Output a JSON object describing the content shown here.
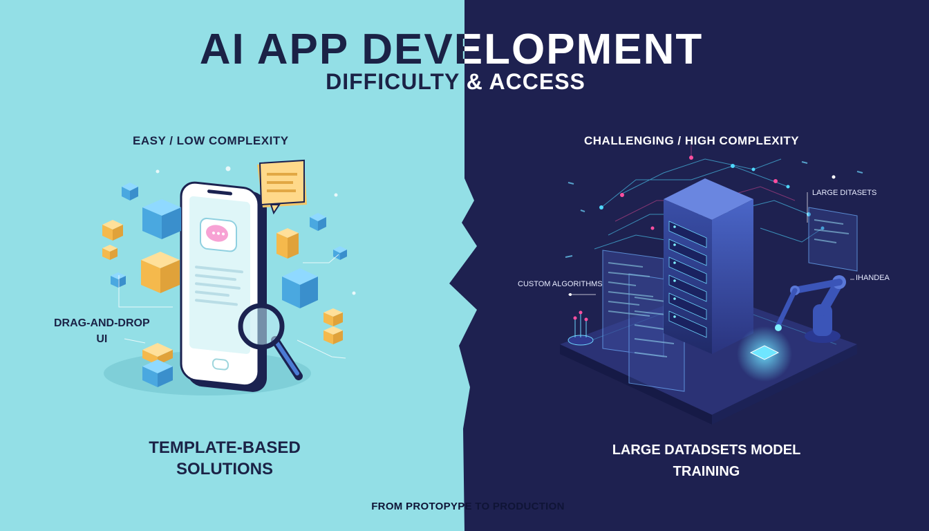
{
  "header": {
    "title": "AI APP DEVELOPMENT",
    "subtitle": "DIFFICULTY & ACCESS"
  },
  "left_panel": {
    "heading": "EASY / LOW COMPLEXITY",
    "callout_line1": "DRAG-AND-DROP",
    "callout_line2": "UI",
    "caption": "TEMPLATE-BASED SOLUTIONS",
    "background": "#93dfe6",
    "text_color": "#1b2246"
  },
  "right_panel": {
    "heading": "CHALLENGING / HIGH COMPLEXITY",
    "callout_datasets": "LARGE DITASETS",
    "callout_algorithms": "CUSTOM ALGORITHMS",
    "callout_side": "IHANDEA",
    "caption": "LARGE DATADSETS MODEL TRAINING",
    "background": "#1e2150",
    "text_color": "#ffffff",
    "accent_cyan": "#4fd8ff",
    "accent_pink": "#ff4fa0"
  },
  "footer": {
    "text": "FROM PROTOPYPE TO PRODUCTION"
  }
}
